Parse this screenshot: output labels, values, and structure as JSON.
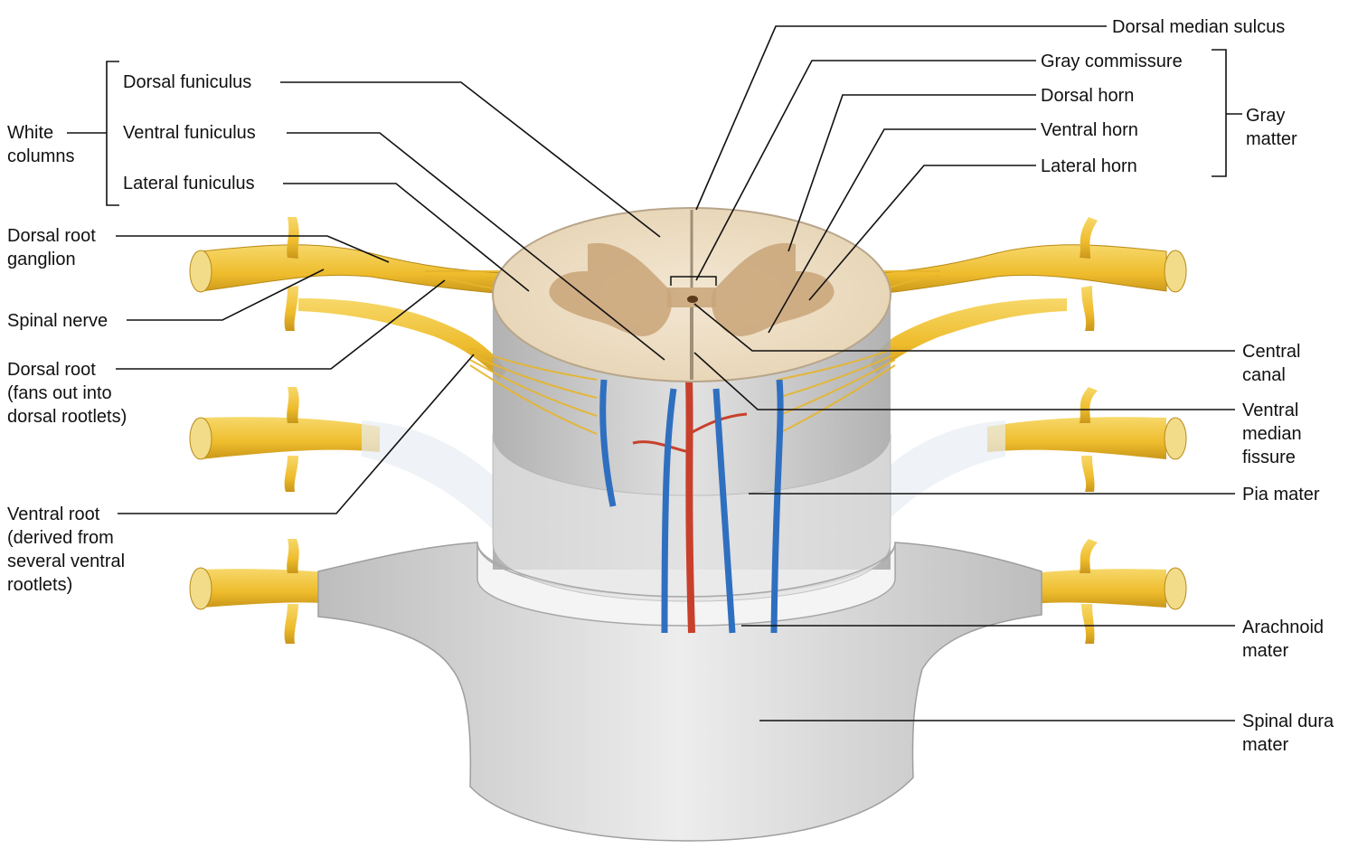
{
  "colors": {
    "nerve": "#f0c030",
    "nerve_dark": "#c9961a",
    "white_matter": "#efe1c8",
    "gray_matter": "#c9a478",
    "vein": "#2f6fc0",
    "artery": "#c8402c",
    "dura": "#dcdcdc",
    "pia": "#c8c8c8",
    "leader": "#111111"
  },
  "labels": {
    "white_columns": [
      "White",
      "columns"
    ],
    "dorsal_funiculus": [
      "Dorsal funiculus"
    ],
    "ventral_funiculus": [
      "Ventral funiculus"
    ],
    "lateral_funiculus": [
      "Lateral funiculus"
    ],
    "dorsal_root_ganglion": [
      "Dorsal root",
      "ganglion"
    ],
    "spinal_nerve": [
      "Spinal nerve"
    ],
    "dorsal_root": [
      "Dorsal root",
      "(fans out into",
      "dorsal rootlets)"
    ],
    "ventral_root": [
      "Ventral root",
      "(derived from",
      "several ventral",
      "rootlets)"
    ],
    "dorsal_median_sulcus": [
      "Dorsal median sulcus"
    ],
    "gray_commissure": [
      "Gray commissure"
    ],
    "dorsal_horn": [
      "Dorsal horn"
    ],
    "ventral_horn": [
      "Ventral horn"
    ],
    "lateral_horn": [
      "Lateral horn"
    ],
    "gray_matter": [
      "Gray",
      "matter"
    ],
    "central_canal": [
      "Central",
      "canal"
    ],
    "ventral_median_fissure": [
      "Ventral",
      "median",
      "fissure"
    ],
    "pia_mater": [
      "Pia mater"
    ],
    "arachnoid_mater": [
      "Arachnoid",
      "mater"
    ],
    "spinal_dura_mater": [
      "Spinal dura",
      "mater"
    ]
  }
}
